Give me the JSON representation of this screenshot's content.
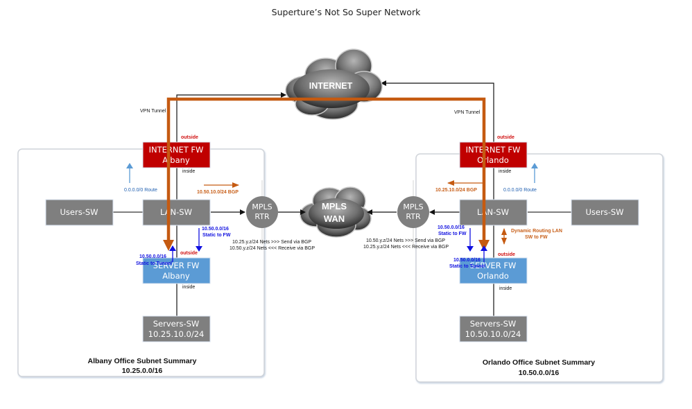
{
  "title": "Superture’s Not So Super Network",
  "colors": {
    "internet_fw": "#c00000",
    "server_fw": "#5b9bd5",
    "switch": "#7f7f7f",
    "router": "#7f7f7f",
    "vpn_tunnel": "#c55a11",
    "static_route": "#1010e0",
    "default_route": "#5b9bd5",
    "bgp": "#c55a11"
  },
  "clouds": {
    "internet": "INTERNET",
    "mpls_wan_line1": "MPLS",
    "mpls_wan_line2": "WAN"
  },
  "albany": {
    "internet_fw": {
      "line1": "INTERNET FW",
      "line2": "Albany"
    },
    "internet_fw_outside": "outside",
    "internet_fw_inside": "inside",
    "vpn_tunnel_label": "VPN Tunnel",
    "default_route_label": "0.0.0.0/0 Route",
    "bgp_label": "10.50.10.0/24 BGP",
    "users_sw": "Users-SW",
    "lan_sw": "LAN-SW",
    "mpls_rtr": {
      "line1": "MPLS",
      "line2": "RTR"
    },
    "static_fw": {
      "line1": "10.50.0.0/16",
      "line2": "Static to FW"
    },
    "static_tunnel": {
      "line1": "10.50.0.0/16",
      "line2": "Static to Tunnel"
    },
    "server_fw": {
      "line1": "SERVER FW",
      "line2": "Albany"
    },
    "server_fw_outside": "outside",
    "server_fw_inside": "inside",
    "servers_sw": {
      "line1": "Servers-SW",
      "line2": "10.25.10.0/24"
    },
    "bgp_note": {
      "line1": "10.25.y.z/24 Nets >>> Send via BGP",
      "line2": "10.50.y.z/24 Nets <<< Receive via BGP"
    },
    "summary": {
      "line1": "Albany Office Subnet Summary",
      "line2": "10.25.0.0/16"
    }
  },
  "orlando": {
    "internet_fw": {
      "line1": "INTERNET FW",
      "line2": "Orlando"
    },
    "internet_fw_outside": "outside",
    "internet_fw_inside": "inside",
    "vpn_tunnel_label": "VPN Tunnel",
    "default_route_label": "0.0.0.0/0 Route",
    "bgp_label": "10.25.10.0/24 BGP",
    "users_sw": "Users-SW",
    "lan_sw": "LAN-SW",
    "mpls_rtr": {
      "line1": "MPLS",
      "line2": "RTR"
    },
    "static_fw": {
      "line1": "10.50.0.0/16",
      "line2": "Static to FW"
    },
    "static_tunnel": {
      "line1": "10.50.0.0/16",
      "line2": "Static to Tunnel"
    },
    "dynamic_routing": {
      "line1": "Dynamic Routing LAN",
      "line2": "SW to FW"
    },
    "server_fw": {
      "line1": "SERVER FW",
      "line2": "Orlando"
    },
    "server_fw_outside": "outside",
    "server_fw_inside": "inside",
    "servers_sw": {
      "line1": "Servers-SW",
      "line2": "10.50.10.0/24"
    },
    "bgp_note": {
      "line1": "10.50.y.z/24 Nets >>> Send via BGP",
      "line2": "10.25.y.z/24 Nets <<< Receive via BGP"
    },
    "summary": {
      "line1": "Orlando Office Subnet Summary",
      "line2": "10.50.0.0/16"
    }
  }
}
